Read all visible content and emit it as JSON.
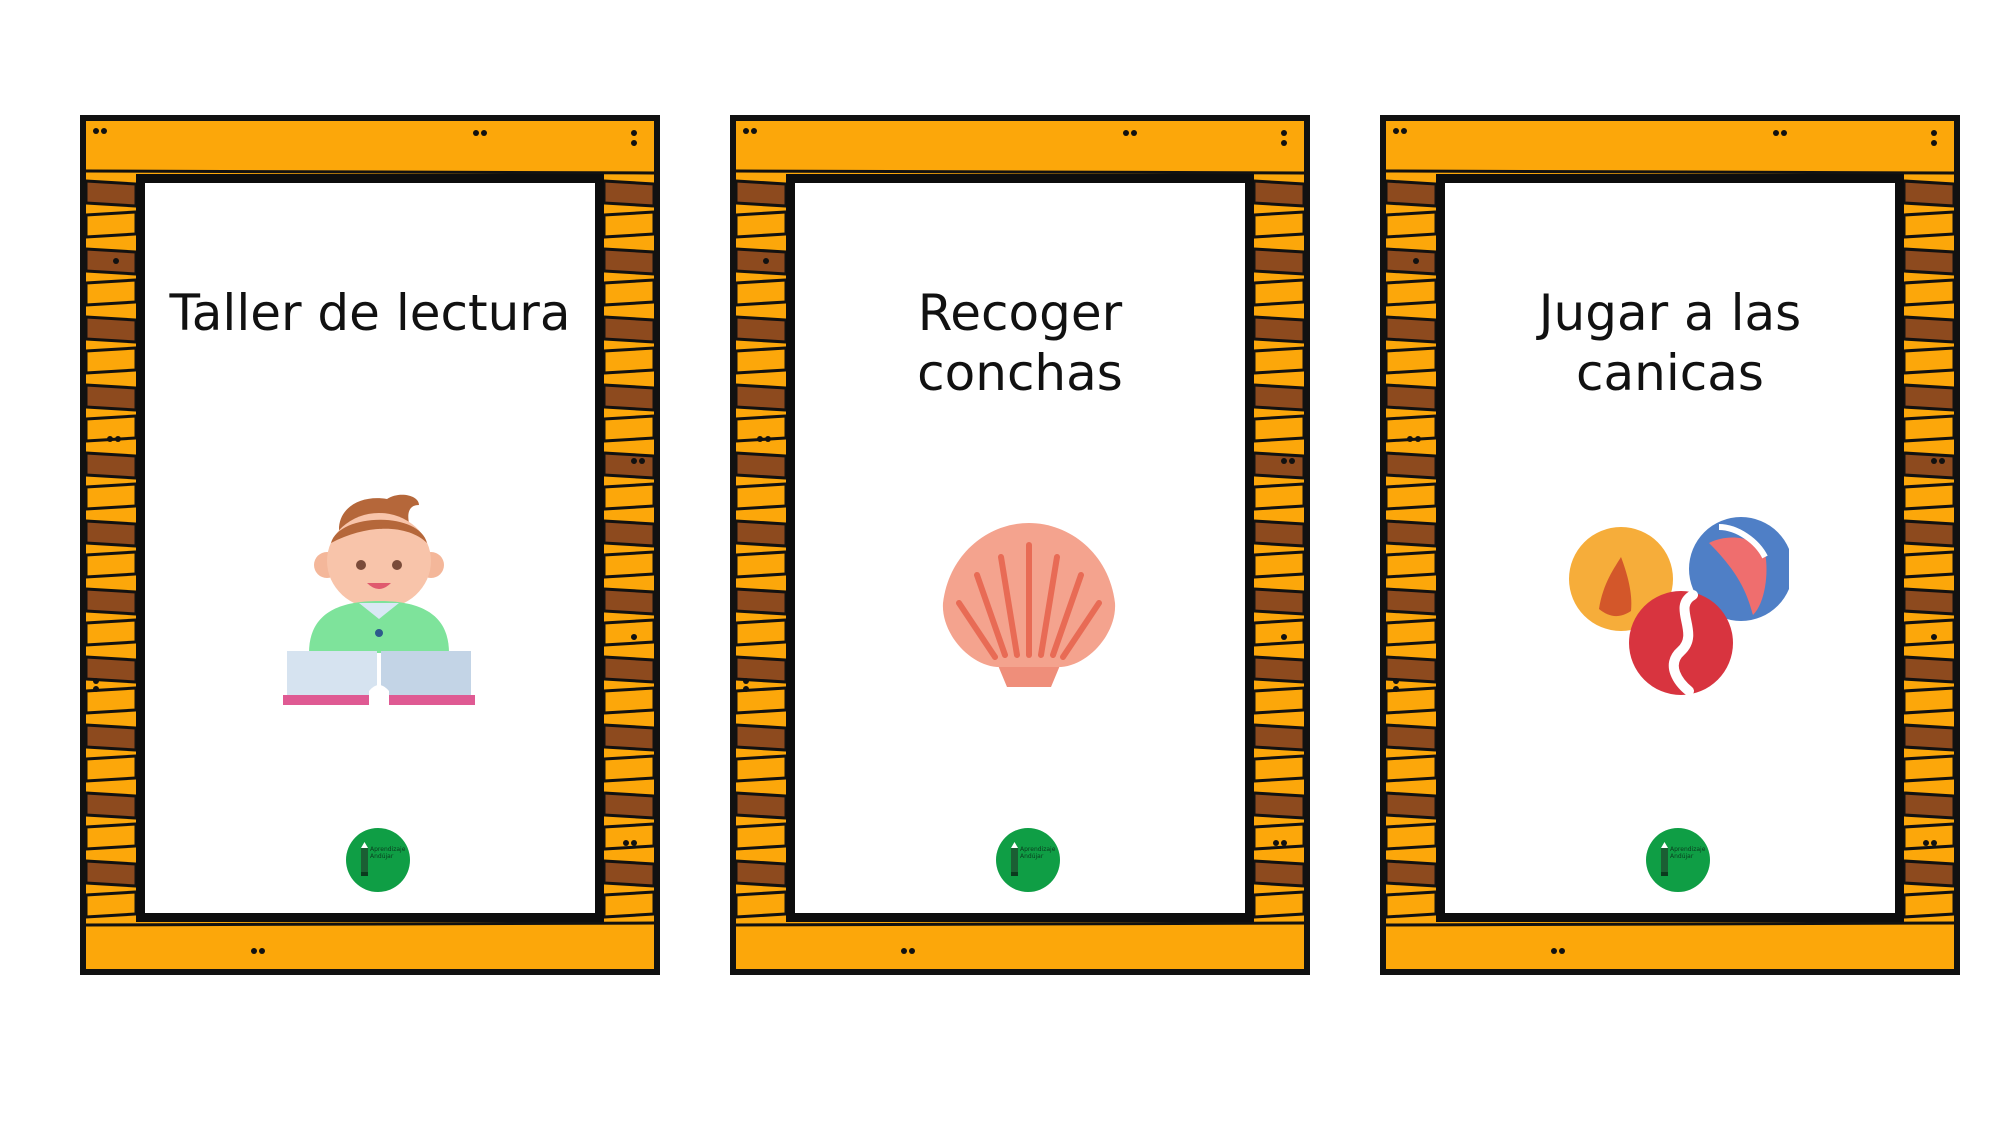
{
  "cards": [
    {
      "title": "Taller de lectura",
      "illustration": "child-reading-book",
      "logo": "school-logo-badge"
    },
    {
      "title": "Recoger conchas",
      "illustration": "seashell",
      "logo": "school-logo-badge"
    },
    {
      "title": "Jugar a las canicas",
      "illustration": "marbles",
      "logo": "school-logo-badge"
    }
  ],
  "logo_text": {
    "line1": "Aprendizaje",
    "line2": "Andújar"
  },
  "colors": {
    "frame_orange": "#fca70a",
    "frame_brown": "#8d4a1e",
    "outline": "#111111",
    "logo_green": "#0f9e45"
  }
}
